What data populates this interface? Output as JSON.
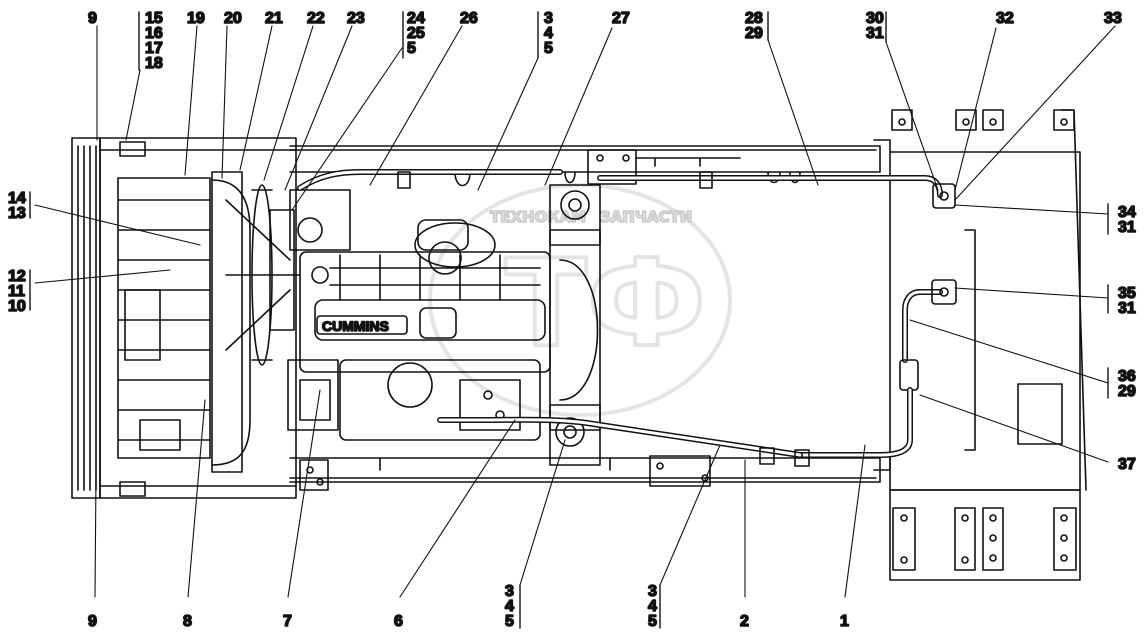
{
  "watermark": {
    "line1": "ТЕХНОКАМ",
    "line2": "ЗАПЧАСТИ",
    "logo_letters": "ТФ"
  },
  "engine_brand": "CUMMINS",
  "callouts": {
    "c_9_top": "9",
    "c_15_16_17_18": [
      "15",
      "16",
      "17",
      "18"
    ],
    "c_19": "19",
    "c_20": "20",
    "c_21": "21",
    "c_22": "22",
    "c_23": "23",
    "c_24_25_5": [
      "24",
      "25",
      "5"
    ],
    "c_26": "26",
    "c_3_4_5_top": [
      "3",
      "4",
      "5"
    ],
    "c_27": "27",
    "c_28_29": [
      "28",
      "29"
    ],
    "c_30_31": [
      "30",
      "31"
    ],
    "c_32": "32",
    "c_33": "33",
    "c_14_13": [
      "14",
      "13"
    ],
    "c_12_11_10": [
      "12",
      "11",
      "10"
    ],
    "c_34_31": [
      "34",
      "31"
    ],
    "c_35_31": [
      "35",
      "31"
    ],
    "c_36_29": [
      "36",
      "29"
    ],
    "c_37": "37",
    "c_9_bottom": "9",
    "c_8": "8",
    "c_7": "7",
    "c_6": "6",
    "c_3_4_5_bottom_a": [
      "3",
      "4",
      "5"
    ],
    "c_3_4_5_bottom_b": [
      "3",
      "4",
      "5"
    ],
    "c_2": "2",
    "c_1": "1"
  }
}
